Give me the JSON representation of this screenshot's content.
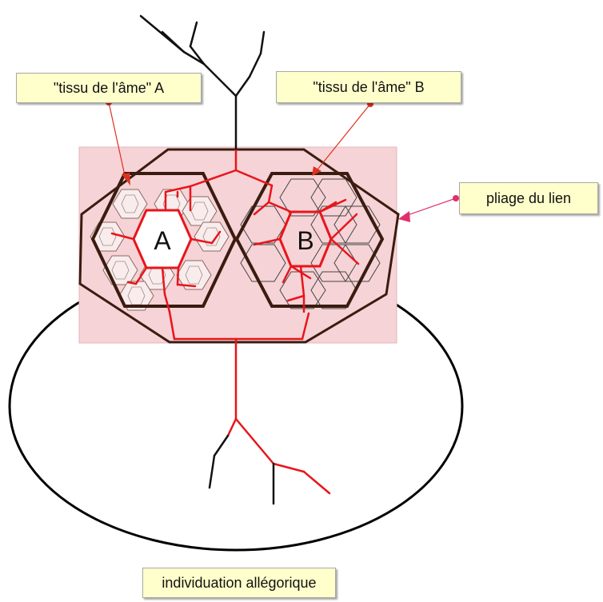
{
  "labels": {
    "tissue_a": "\"tissu de l'âme\" A",
    "tissue_b": "\"tissu de l'âme\" B",
    "fold": "pliage du lien",
    "individuation": "individuation allégorique",
    "hex_a": "A",
    "hex_b": "B"
  },
  "colors": {
    "panel_fill": "#f6d3d6",
    "outline": "#3a1c10",
    "tree_red": "#e8151b",
    "tree_black": "#111111",
    "callout_bg": "#ffffcc",
    "leader_red": "#e03020",
    "leader_magenta": "#e0306a",
    "fractal": "#8a6a62"
  }
}
